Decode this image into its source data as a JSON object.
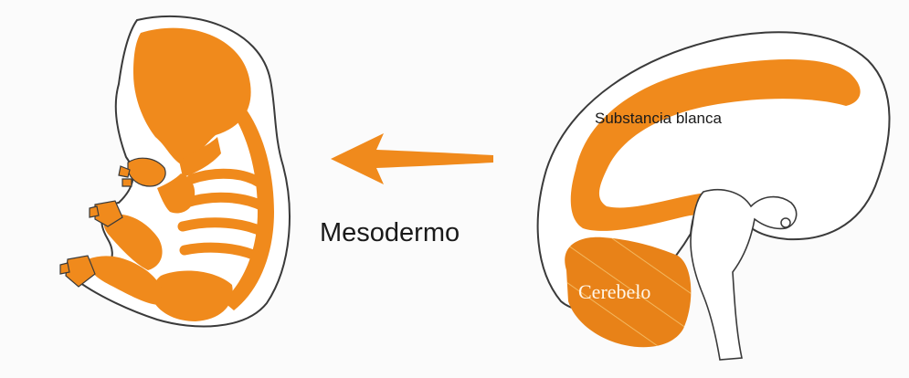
{
  "labels": {
    "arrow_label": "Mesodermo",
    "white_matter": "Substancia blanca",
    "cerebellum": "Cerebelo"
  },
  "colors": {
    "orange": "#f08a1c",
    "outline": "#3a3a3a",
    "background": "#fbfbfb",
    "hatch": "#f5c06a"
  }
}
